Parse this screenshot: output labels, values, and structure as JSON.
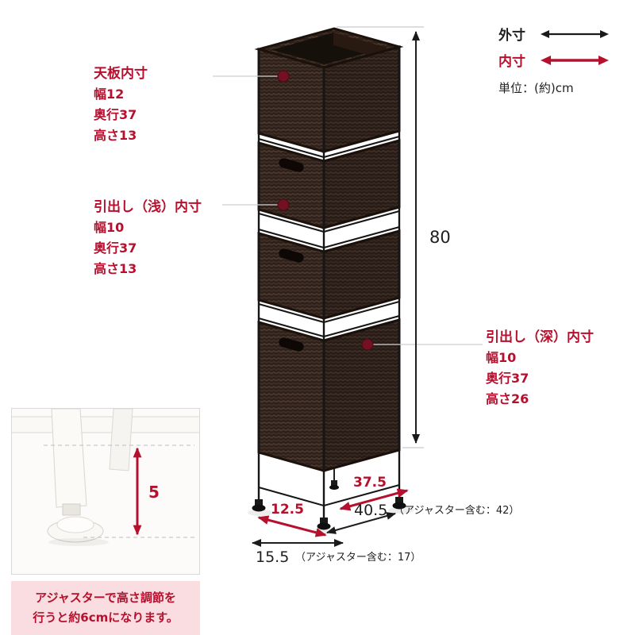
{
  "legend": {
    "outer_label": "外寸",
    "inner_label": "内寸",
    "unit": "単位：(約)cm"
  },
  "callouts": {
    "top_board": {
      "title": "天板内寸",
      "lines": [
        "幅12",
        "奥行37",
        "高さ13"
      ]
    },
    "drawer_shallow": {
      "title": "引出し（浅）内寸",
      "lines": [
        "幅10",
        "奥行37",
        "高さ13"
      ]
    },
    "drawer_deep": {
      "title": "引出し（深）内寸",
      "lines": [
        "幅10",
        "奥行37",
        "高さ26"
      ]
    }
  },
  "dimensions": {
    "height": "80",
    "base_width_inner": "12.5",
    "base_depth_inner": "37.5",
    "depth_outer": "40.5",
    "depth_outer_note": "（アジャスター含む：42）",
    "width_outer": "15.5",
    "width_outer_note": "（アジャスター含む：17）",
    "adjuster": "5"
  },
  "note": {
    "line1": "アジャスターで高さ調節を",
    "line2": "行うと約6cmになります。"
  },
  "colors": {
    "accent_red": "#b5112e",
    "text_black": "#1f1f1f",
    "note_bg": "#fadde0"
  }
}
